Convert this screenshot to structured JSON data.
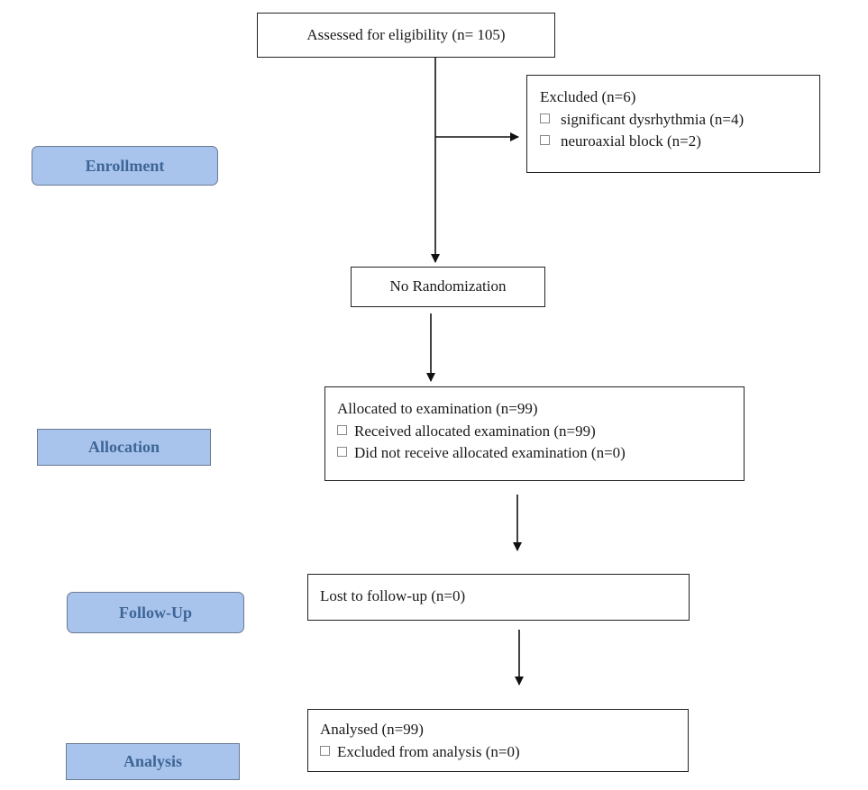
{
  "stages": {
    "enrollment": "Enrollment",
    "allocation": "Allocation",
    "follow_up": "Follow-Up",
    "analysis": "Analysis"
  },
  "assessed": {
    "label": "Assessed for eligibility (n= 105)"
  },
  "excluded": {
    "title": "Excluded (n=6)",
    "items": [
      "significant dysrhythmia (n=4)",
      "neuroaxial block (n=2)"
    ]
  },
  "randomization": {
    "label": "No Randomization"
  },
  "allocated": {
    "title": "Allocated to examination (n=99)",
    "items": [
      "Received allocated examination (n=99)",
      "Did not receive allocated examination (n=0)"
    ]
  },
  "lost": {
    "label": "Lost to follow-up (n=0)"
  },
  "analysed": {
    "title": "Analysed (n=99)",
    "items": [
      "Excluded from analysis (n=0)"
    ]
  },
  "colors": {
    "stage_fill": "#a9c4ec",
    "stage_text": "#3d6596",
    "line": "#111111"
  }
}
